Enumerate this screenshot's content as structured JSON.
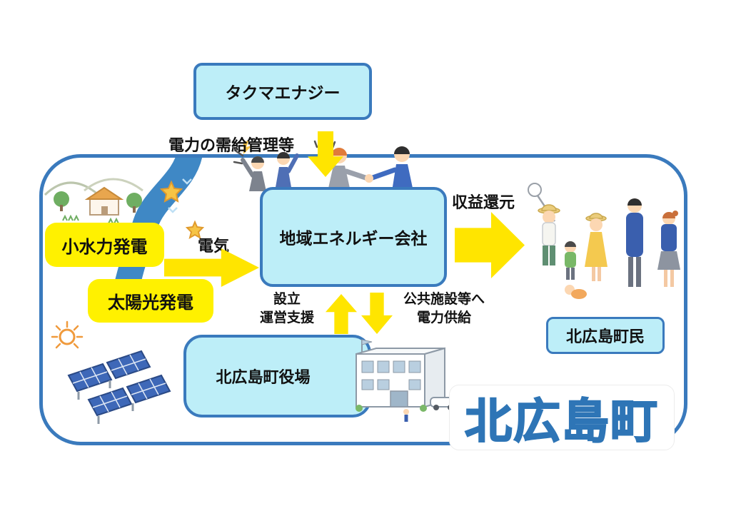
{
  "nodes": {
    "takuma": "タクマエナジー",
    "energy_company": "地域エネルギー会社",
    "hydro": "小水力発電",
    "solar": "太陽光発電",
    "town_hall": "北広島町役場",
    "residents": "北広島町民",
    "town_name": "北広島町"
  },
  "labels": {
    "supply_management": "電力の需給管理等",
    "electricity": "電気",
    "profit_return": "収益還元",
    "support_line1": "設立",
    "support_line2": "運営支援",
    "supply_line1": "公共施設等へ",
    "supply_line2": "電力供給"
  },
  "icons": {
    "landscape": "hills-house-river-illustration",
    "handshake": "business-handshake-illustration",
    "residents": "townspeople-illustration",
    "town_hall_building": "town-hall-building-illustration",
    "solar_panels": "solar-panels-illustration",
    "sun": "sun-icon",
    "stars": "star-icons"
  },
  "colors": {
    "box_fill_cyan": "#bdeef8",
    "border_blue": "#3a7abd",
    "box_fill_yellow": "#fff100",
    "arrow_yellow": "#ffe500",
    "town_name_blue": "#2e75b6",
    "river_blue": "#3f88c5"
  }
}
